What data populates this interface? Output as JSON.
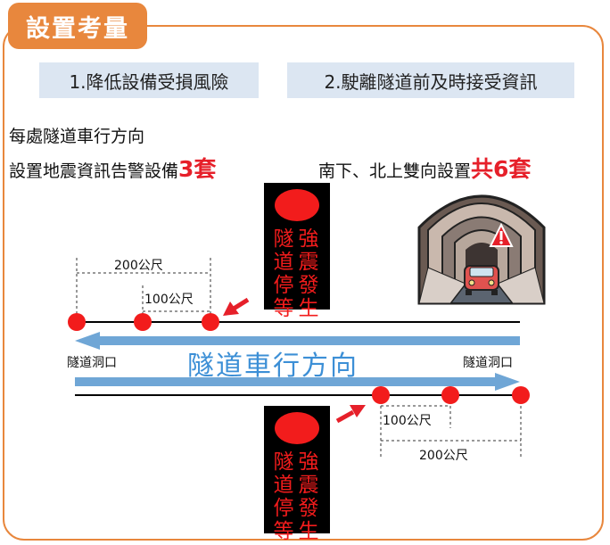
{
  "header": {
    "title": "設置考量"
  },
  "considerations": [
    "1.降低設備受損風險",
    "2.駛離隧道前及時接受資訊"
  ],
  "notes": {
    "line1": "每處隧道車行方向",
    "line2_prefix": "設置地震資訊告警設備",
    "line2_count": "3套",
    "line3_prefix": "南下、北上雙向設置",
    "line3_count": "共6套"
  },
  "sign": {
    "col_right": "強震發生",
    "col_left": "隧道停等"
  },
  "road": {
    "direction_label": "隧道車行方向",
    "tunnel_mouth_left": "隧道洞口",
    "tunnel_mouth_right": "隧道洞口",
    "dist_200_top": "200公尺",
    "dist_100_top": "100公尺",
    "dist_100_bottom": "100公尺",
    "dist_200_bottom": "200公尺"
  },
  "colors": {
    "accent": "#e8873d",
    "highlight_red": "#e6202a",
    "arrow_blue": "#6fa6d6",
    "sign_red": "#f21c1c"
  },
  "icons": {
    "tunnel": "tunnel-with-car-icon",
    "warning": "warning-triangle-icon",
    "pointer": "red-arrow-icon"
  }
}
